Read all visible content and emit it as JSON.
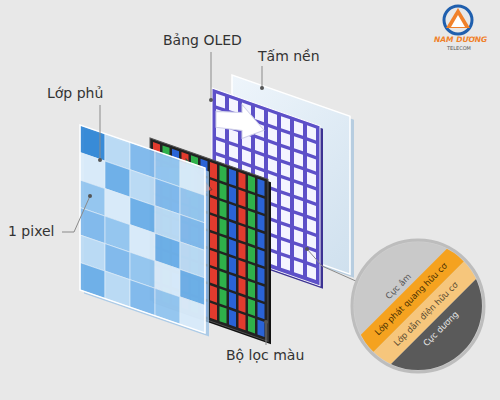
{
  "diagram": {
    "nodes": [
      {
        "text": [
          "Cực âm"
        ]
      },
      {
        "text": [
          "Lớp phát quang hữu cơ"
        ]
      },
      {
        "text": [
          "Lớp dẫn điện hữu cơ"
        ]
      },
      {
        "text": [
          "Cực dương"
        ]
      }
    ],
    "labels": [
      "Bảng OLED",
      "Tấm nền",
      "Lớp phủ",
      "1 pixel",
      "Bộ lọc màu",
      "NAM DƯƠNG",
      "TELECOM"
    ]
  }
}
